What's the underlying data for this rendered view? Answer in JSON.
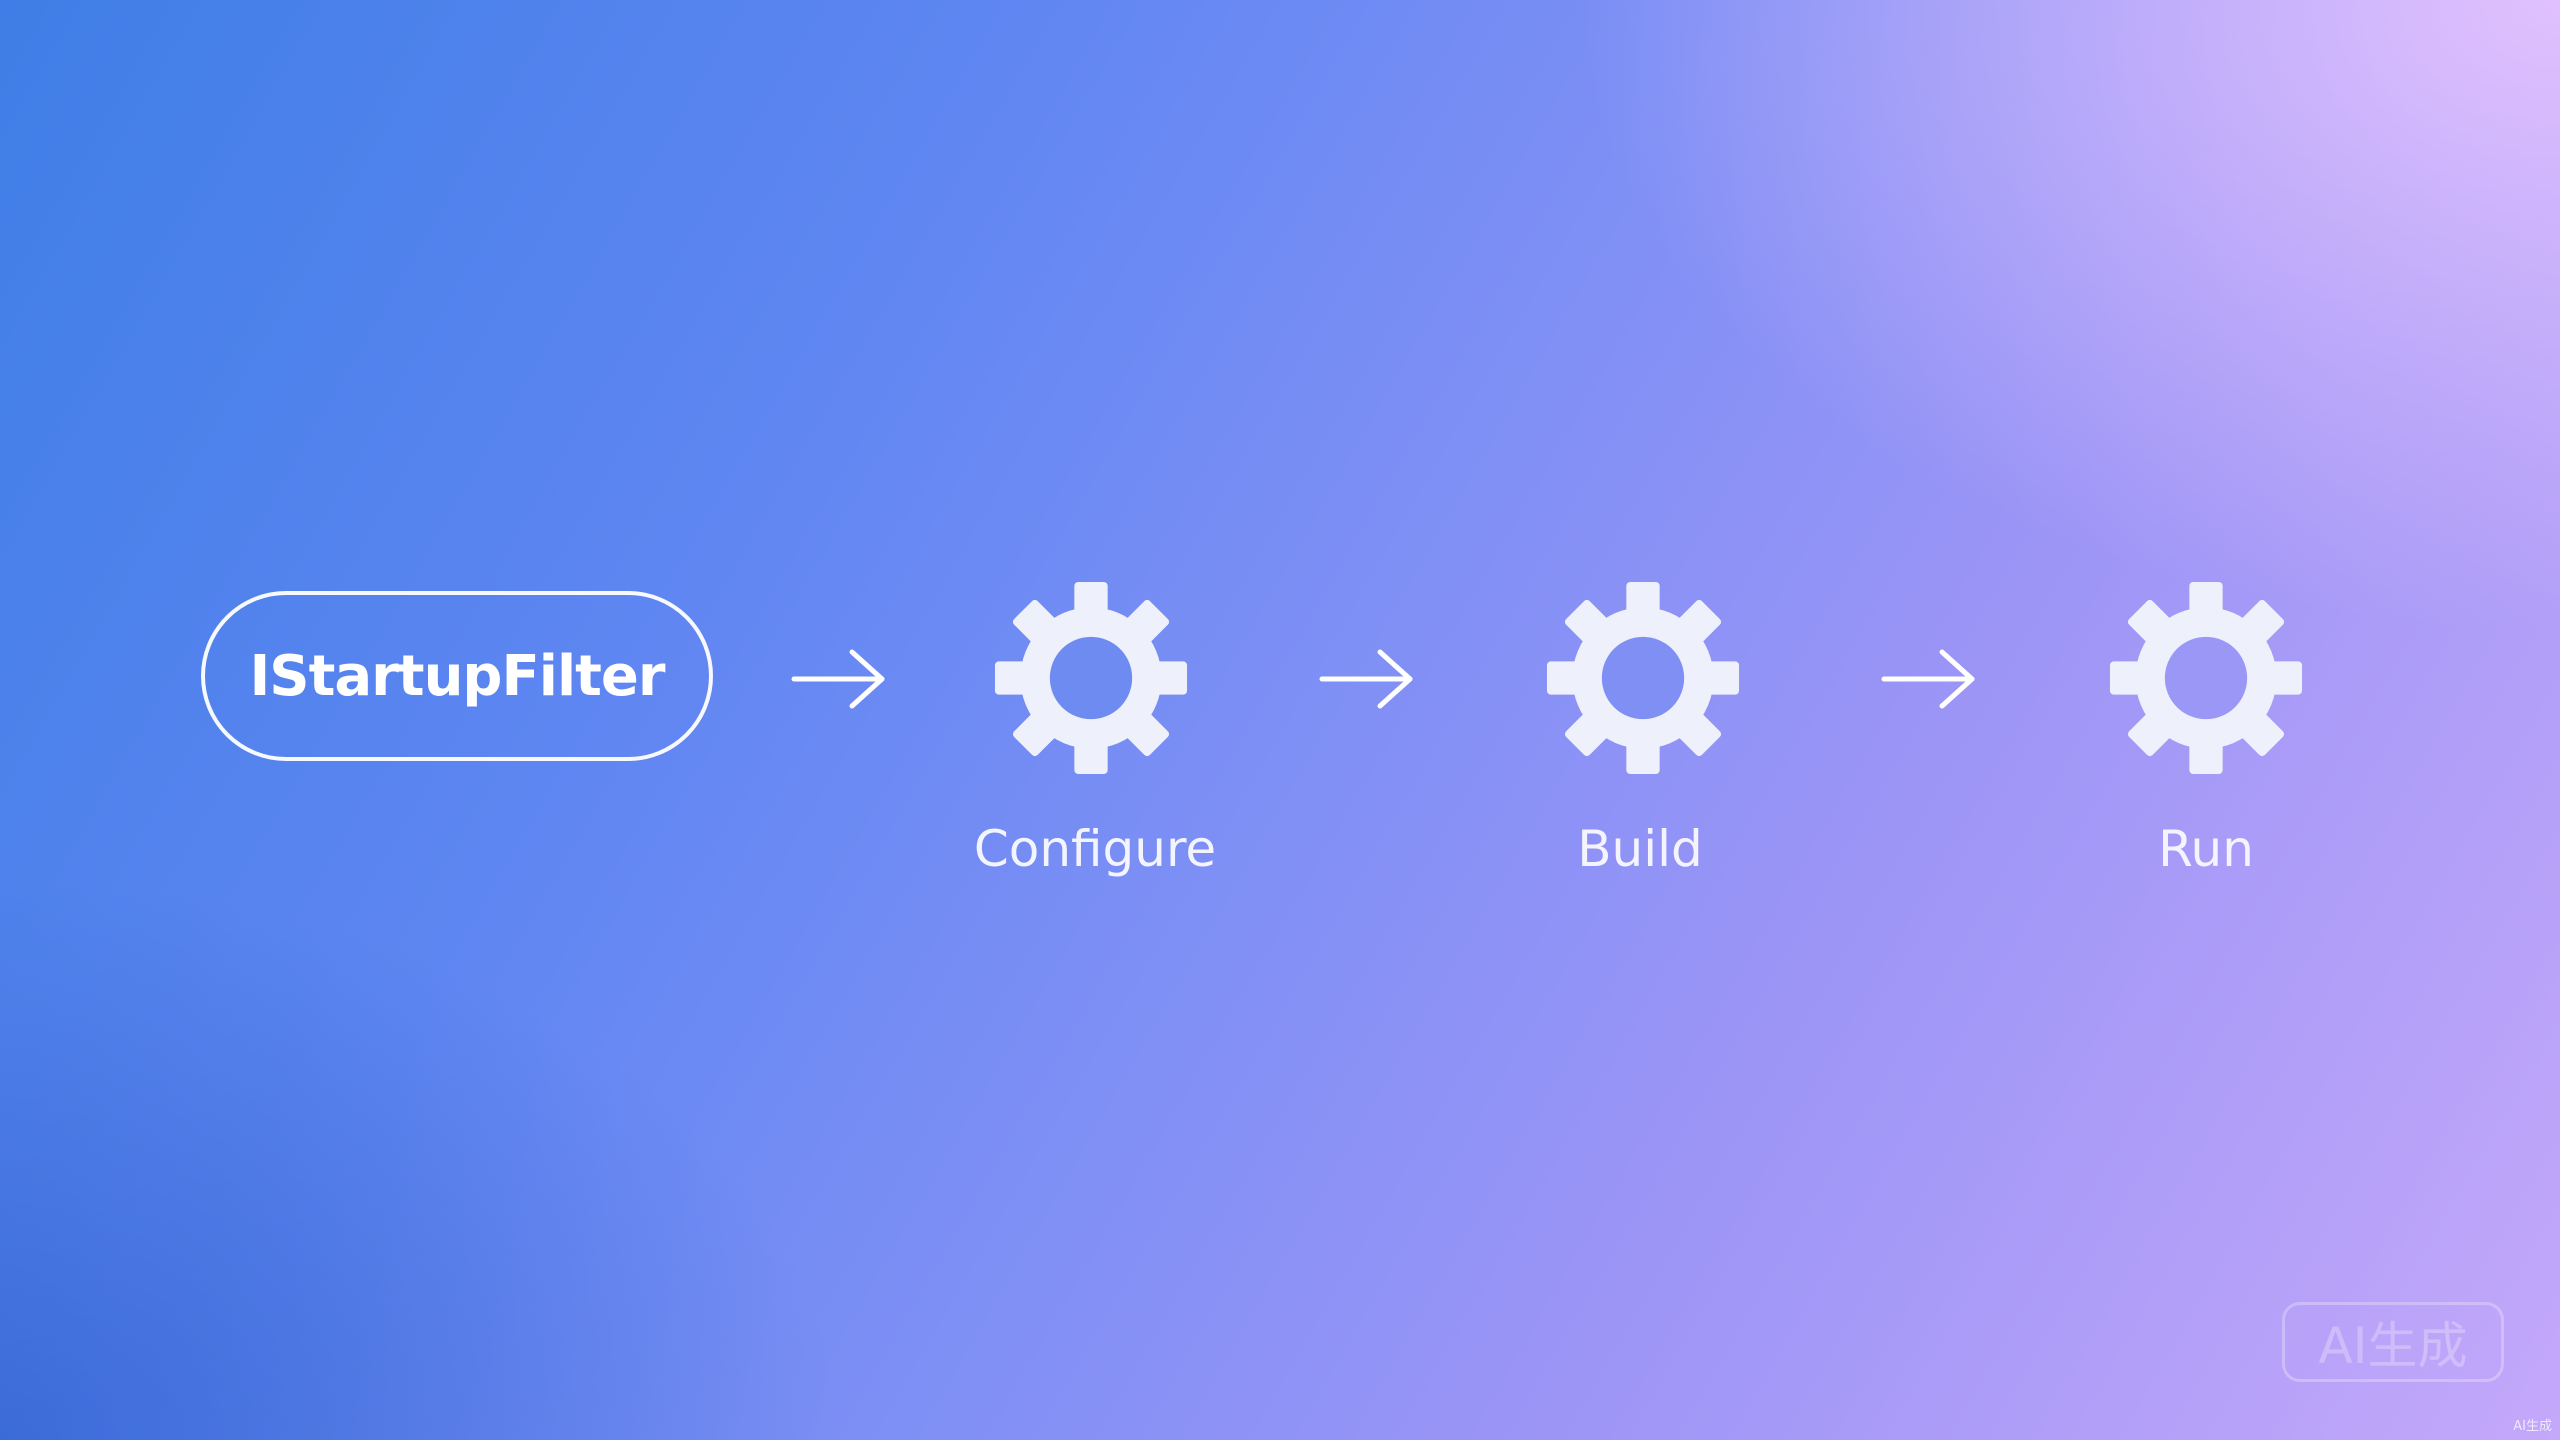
{
  "diagram": {
    "start_node": {
      "label": "IStartupFilter"
    },
    "steps": [
      {
        "label": "Configure",
        "icon": "gear-icon"
      },
      {
        "label": "Build",
        "icon": "gear-icon"
      },
      {
        "label": "Run",
        "icon": "gear-icon"
      }
    ],
    "arrow_icon": "arrow-right-icon"
  },
  "watermark": {
    "text": "AI生成"
  },
  "corner_tag": {
    "text": "AI生成"
  },
  "colors": {
    "gradient_start": "#3f7ee6",
    "gradient_mid": "#7d8ff5",
    "gradient_end": "#c4a8fa",
    "foreground": "#ffffff"
  }
}
